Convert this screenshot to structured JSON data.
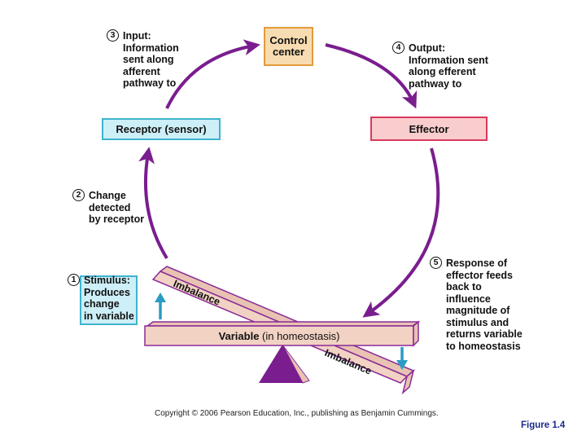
{
  "boxes": {
    "control_center": "Control\ncenter",
    "receptor": "Receptor (sensor)",
    "effector": "Effector"
  },
  "steps": [
    {
      "number": "1",
      "text": "Stimulus:\nProduces\nchange\nin variable"
    },
    {
      "number": "2",
      "text": "Change\ndetected\nby receptor"
    },
    {
      "number": "3",
      "text": "Input:\nInformation\nsent along\nafferent\npathway to"
    },
    {
      "number": "4",
      "text": "Output:\nInformation sent\nalong efferent\npathway to"
    },
    {
      "number": "5",
      "text": "Response of\neffector feeds\nback to\ninfluence\nmagnitude of\nstimulus and\nreturns variable\nto homeostasis"
    }
  ],
  "balance": {
    "variable_bold": "Variable",
    "variable_rest": " (in homeostasis)",
    "imbalance_upper": "Imbalance",
    "imbalance_lower": "Imbalance"
  },
  "colors": {
    "arrow": "#7a1d8f",
    "beam_fill": "#f1d2c3",
    "beam_stroke": "#8a2a97",
    "fulcrum": "#7a1d8f",
    "indicator_arrow": "#2a9bc5"
  },
  "footer": {
    "copyright": "Copyright © 2006 Pearson Education, Inc., publishing as Benjamin Cummings.",
    "figure_label": "Figure 1.4"
  }
}
